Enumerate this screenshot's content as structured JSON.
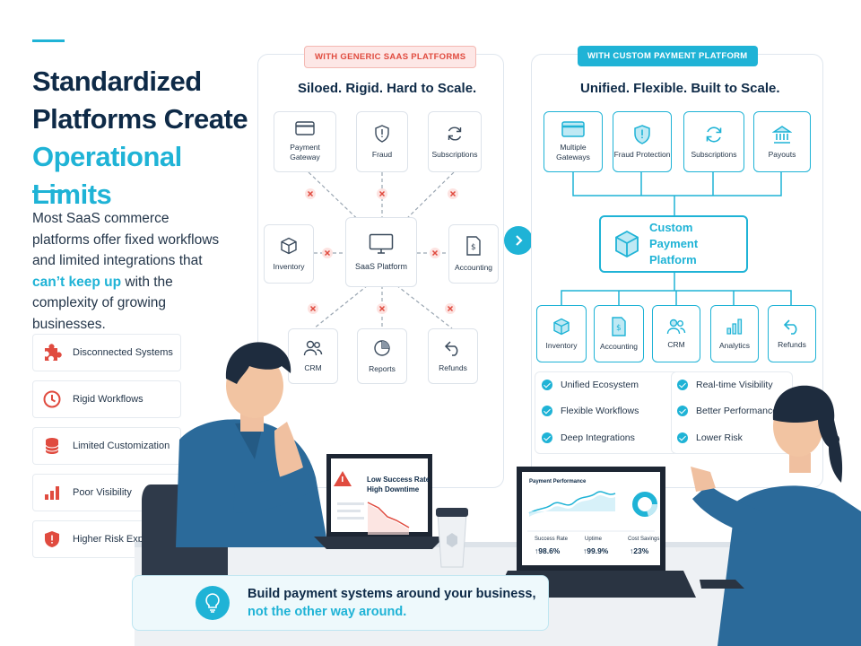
{
  "title": {
    "line1": "Standardized",
    "line2": "Platforms Create",
    "line3": "Operational Limits"
  },
  "description": {
    "part1": "Most SaaS commerce platforms offer fixed workflows and limited integrations that ",
    "highlight": "can’t keep up",
    "part2": " with the complexity of growing businesses."
  },
  "pain_points": [
    {
      "label": "Disconnected Systems",
      "icon": "puzzle-icon"
    },
    {
      "label": "Rigid Workflows",
      "icon": "clock-icon"
    },
    {
      "label": "Limited Customization",
      "icon": "database-icon"
    },
    {
      "label": "Poor Visibility",
      "icon": "bar-chart-icon"
    },
    {
      "label": "Higher Risk Exposure",
      "icon": "shield-alert-icon"
    }
  ],
  "generic_panel": {
    "tag": "WITH GENERIC SAAS PLATFORMS",
    "headline": "Siloed. Rigid. Hard to Scale.",
    "center": "SaaS Platform",
    "nodes": [
      "Payment Gateway",
      "Fraud",
      "Subscriptions",
      "Inventory",
      "Accounting",
      "CRM",
      "Reports",
      "Refunds"
    ]
  },
  "custom_panel": {
    "tag": "WITH CUSTOM PAYMENT PLATFORM",
    "headline": "Unified. Flexible. Built to Scale.",
    "center": "Custom Payment Platform",
    "top_nodes": [
      "Multiple Gateways",
      "Fraud Protection",
      "Subscriptions",
      "Payouts"
    ],
    "bottom_nodes": [
      "Inventory",
      "Accounting",
      "CRM",
      "Analytics",
      "Refunds"
    ],
    "benefits_left": [
      "Unified Ecosystem",
      "Flexible Workflows",
      "Deep Integrations"
    ],
    "benefits_right": [
      "Real-time Visibility",
      "Better Performance",
      "Lower Risk"
    ]
  },
  "left_laptop": {
    "line1": "Low Success Rate",
    "line2": "High Downtime"
  },
  "right_laptop": {
    "title": "Payment Performance",
    "metrics": [
      {
        "label": "Success Rate",
        "value": "↑98.6%"
      },
      {
        "label": "Uptime",
        "value": "↑99.9%"
      },
      {
        "label": "Cost Savings",
        "value": "↑23%"
      }
    ]
  },
  "banner": {
    "line1": "Build payment systems around your business,",
    "line2": "not the other way around."
  },
  "colors": {
    "accent": "#1fb3d6",
    "danger": "#e04b3f",
    "navy": "#0e2a47"
  }
}
